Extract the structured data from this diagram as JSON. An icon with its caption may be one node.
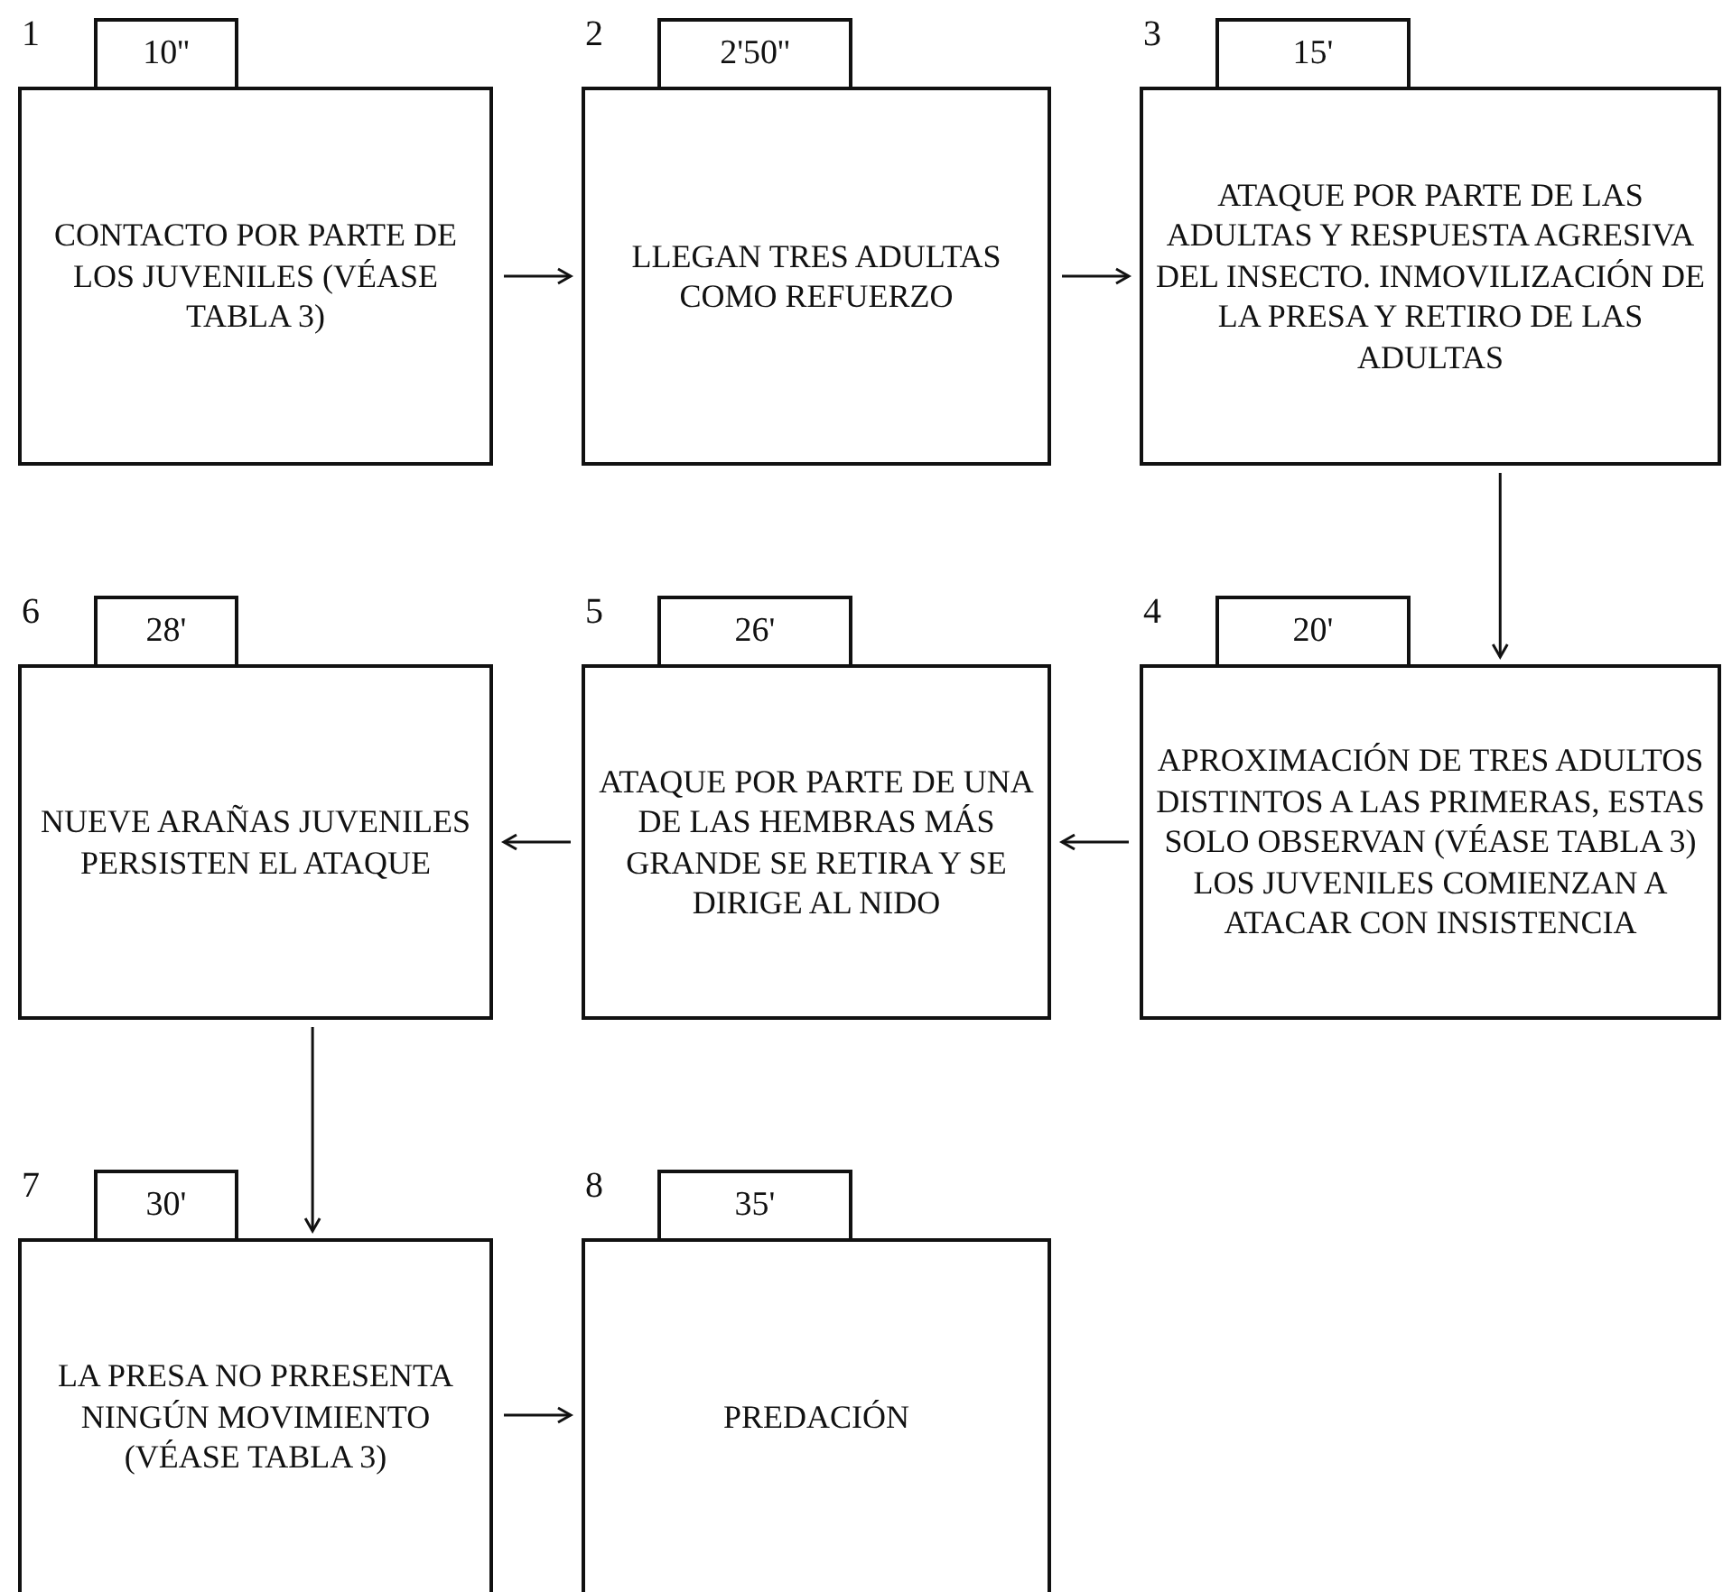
{
  "diagram": {
    "nodes": [
      {
        "text": [
          "10''"
        ]
      },
      {
        "text": [
          "CONTACTO POR PARTE DE LOS JUVENILES (VÉASE TABLA 3)"
        ],
        "beside": [
          "1"
        ]
      },
      {
        "text": [
          "2'50''"
        ]
      },
      {
        "text": [
          "LLEGAN TRES ADULTAS COMO REFUERZO"
        ],
        "beside": [
          "2"
        ]
      },
      {
        "text": [
          "15'"
        ]
      },
      {
        "text": [
          "ATAQUE POR PARTE DE LAS ADULTAS Y RESPUESTA AGRESIVA DEL INSECTO. INMOVILIZACIÓN DE LA PRESA Y RETIRO DE LAS ADULTAS"
        ],
        "beside": [
          "3"
        ]
      },
      {
        "text": [
          "28'"
        ]
      },
      {
        "text": [
          "NUEVE ARAÑAS JUVENILES PERSISTEN EL ATAQUE"
        ],
        "beside": [
          "6"
        ]
      },
      {
        "text": [
          "26'"
        ]
      },
      {
        "text": [
          "ATAQUE POR PARTE DE UNA DE LAS HEMBRAS MÁS GRANDE SE RETIRA Y SE DIRIGE AL NIDO"
        ],
        "beside": [
          "5"
        ]
      },
      {
        "text": [
          "20'"
        ]
      },
      {
        "text": [
          "APROXIMACIÓN DE TRES ADULTOS DISTINTOS A LAS PRIMERAS, ESTAS SOLO OBSERVAN (VÉASE TABLA 3) LOS JUVENILES COMIENZAN A ATACAR CON INSISTENCIA"
        ],
        "beside": [
          "4"
        ]
      },
      {
        "text": [
          "30'"
        ]
      },
      {
        "text": [
          "LA PRESA NO PRRESENTA NINGÚN MOVIMIENTO (VÉASE TABLA 3)"
        ],
        "beside": [
          "7"
        ]
      },
      {
        "text": [
          "35'"
        ]
      },
      {
        "text": [
          "PREDACIÓN"
        ],
        "beside": [
          "8"
        ]
      }
    ],
    "edges": [
      {
        "from": 1,
        "to": 3,
        "arrow": "to"
      },
      {
        "from": 3,
        "to": 5,
        "arrow": "to"
      },
      {
        "from": 5,
        "to": 11,
        "arrow": "to"
      },
      {
        "from": 11,
        "to": 9,
        "arrow": "to"
      },
      {
        "from": 9,
        "to": 7,
        "arrow": "to"
      },
      {
        "from": 7,
        "to": 13,
        "arrow": "to"
      },
      {
        "from": 13,
        "to": 15,
        "arrow": "to"
      }
    ]
  }
}
